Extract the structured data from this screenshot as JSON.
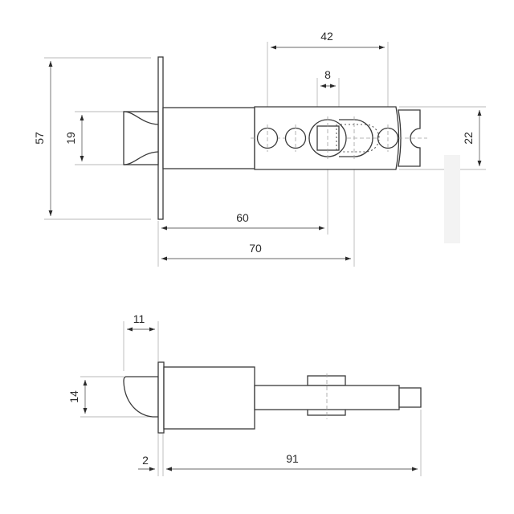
{
  "drawing": {
    "type": "technical-drawing",
    "subject": "door latch",
    "units": "mm",
    "line_color": "#3a3a3a",
    "dimension_color": "#6a6a6a",
    "extension_color": "#b8b8b8"
  },
  "top_view": {
    "dimensions": {
      "faceplate_height": "57",
      "latch_bolt_height": "19",
      "body_height": "22",
      "hole_span": "42",
      "spindle_square": "8",
      "backset_min": "60",
      "backset_max": "70"
    }
  },
  "side_view": {
    "dimensions": {
      "bolt_projection": "11",
      "bolt_height": "14",
      "faceplate_thickness": "2",
      "body_length": "91"
    }
  }
}
